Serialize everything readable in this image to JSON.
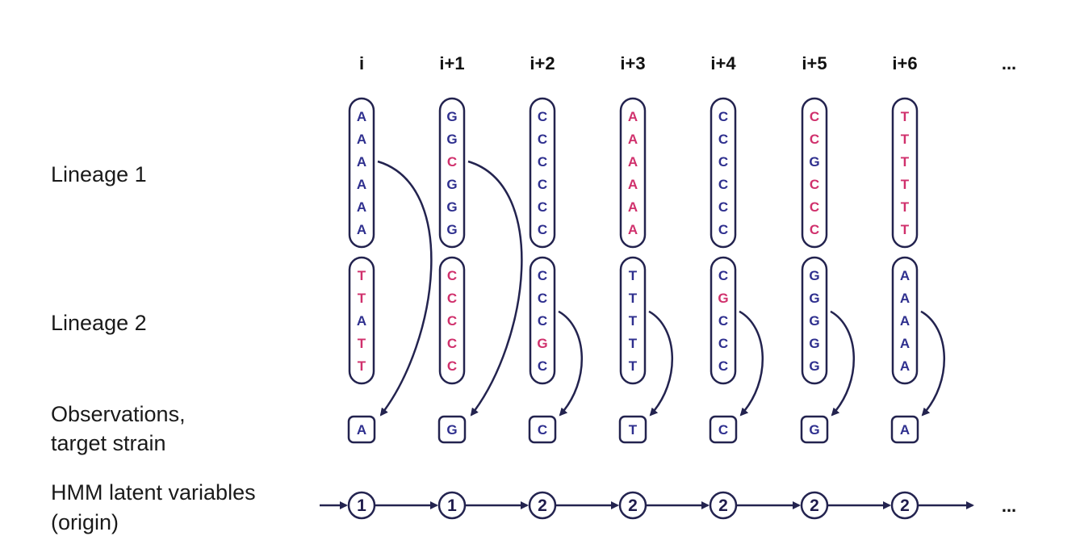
{
  "colors": {
    "outline": "#23234f",
    "match": "#2e2f8e",
    "mismatch": "#d0306c"
  },
  "row_labels": {
    "lineage1": "Lineage 1",
    "lineage2": "Lineage 2",
    "observations": [
      "Observations,",
      "target strain"
    ],
    "hmm": [
      "HMM latent variables",
      "(origin)"
    ]
  },
  "ellipsis": "...",
  "columns": [
    {
      "header": "i",
      "lineage1": [
        [
          "A",
          "m"
        ],
        [
          "A",
          "m"
        ],
        [
          "A",
          "m"
        ],
        [
          "A",
          "m"
        ],
        [
          "A",
          "m"
        ],
        [
          "A",
          "m"
        ]
      ],
      "lineage2": [
        [
          "T",
          "x"
        ],
        [
          "T",
          "x"
        ],
        [
          "A",
          "m"
        ],
        [
          "T",
          "x"
        ],
        [
          "T",
          "x"
        ]
      ],
      "observation": "A",
      "state": "1"
    },
    {
      "header": "i+1",
      "lineage1": [
        [
          "G",
          "m"
        ],
        [
          "G",
          "m"
        ],
        [
          "C",
          "x"
        ],
        [
          "G",
          "m"
        ],
        [
          "G",
          "m"
        ],
        [
          "G",
          "m"
        ]
      ],
      "lineage2": [
        [
          "C",
          "x"
        ],
        [
          "C",
          "x"
        ],
        [
          "C",
          "x"
        ],
        [
          "C",
          "x"
        ],
        [
          "C",
          "x"
        ]
      ],
      "observation": "G",
      "state": "1"
    },
    {
      "header": "i+2",
      "lineage1": [
        [
          "C",
          "m"
        ],
        [
          "C",
          "m"
        ],
        [
          "C",
          "m"
        ],
        [
          "C",
          "m"
        ],
        [
          "C",
          "m"
        ],
        [
          "C",
          "m"
        ]
      ],
      "lineage2": [
        [
          "C",
          "m"
        ],
        [
          "C",
          "m"
        ],
        [
          "C",
          "m"
        ],
        [
          "G",
          "x"
        ],
        [
          "C",
          "m"
        ]
      ],
      "observation": "C",
      "state": "2"
    },
    {
      "header": "i+3",
      "lineage1": [
        [
          "A",
          "x"
        ],
        [
          "A",
          "x"
        ],
        [
          "A",
          "x"
        ],
        [
          "A",
          "x"
        ],
        [
          "A",
          "x"
        ],
        [
          "A",
          "x"
        ]
      ],
      "lineage2": [
        [
          "T",
          "m"
        ],
        [
          "T",
          "m"
        ],
        [
          "T",
          "m"
        ],
        [
          "T",
          "m"
        ],
        [
          "T",
          "m"
        ]
      ],
      "observation": "T",
      "state": "2"
    },
    {
      "header": "i+4",
      "lineage1": [
        [
          "C",
          "m"
        ],
        [
          "C",
          "m"
        ],
        [
          "C",
          "m"
        ],
        [
          "C",
          "m"
        ],
        [
          "C",
          "m"
        ],
        [
          "C",
          "m"
        ]
      ],
      "lineage2": [
        [
          "C",
          "m"
        ],
        [
          "G",
          "x"
        ],
        [
          "C",
          "m"
        ],
        [
          "C",
          "m"
        ],
        [
          "C",
          "m"
        ]
      ],
      "observation": "C",
      "state": "2"
    },
    {
      "header": "i+5",
      "lineage1": [
        [
          "C",
          "x"
        ],
        [
          "C",
          "x"
        ],
        [
          "G",
          "m"
        ],
        [
          "C",
          "x"
        ],
        [
          "C",
          "x"
        ],
        [
          "C",
          "x"
        ]
      ],
      "lineage2": [
        [
          "G",
          "m"
        ],
        [
          "G",
          "m"
        ],
        [
          "G",
          "m"
        ],
        [
          "G",
          "m"
        ],
        [
          "G",
          "m"
        ]
      ],
      "observation": "G",
      "state": "2"
    },
    {
      "header": "i+6",
      "lineage1": [
        [
          "T",
          "x"
        ],
        [
          "T",
          "x"
        ],
        [
          "T",
          "x"
        ],
        [
          "T",
          "x"
        ],
        [
          "T",
          "x"
        ],
        [
          "T",
          "x"
        ]
      ],
      "lineage2": [
        [
          "A",
          "m"
        ],
        [
          "A",
          "m"
        ],
        [
          "A",
          "m"
        ],
        [
          "A",
          "m"
        ],
        [
          "A",
          "m"
        ]
      ],
      "observation": "A",
      "state": "2"
    }
  ]
}
